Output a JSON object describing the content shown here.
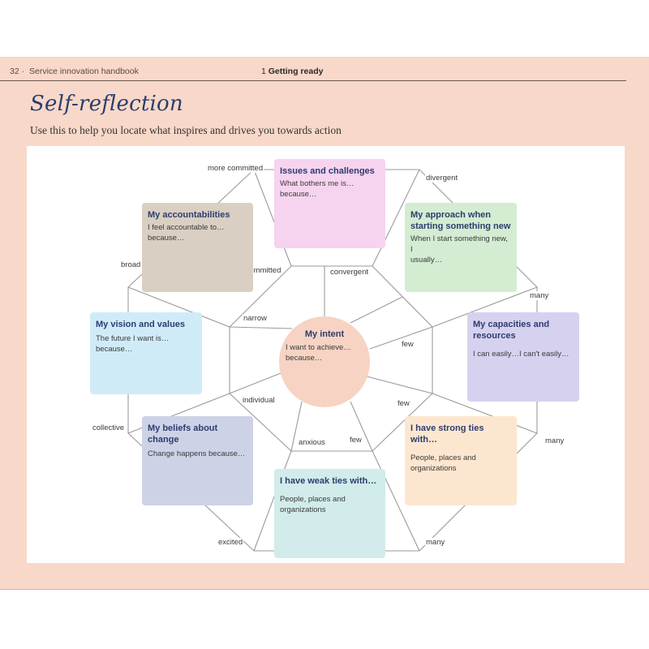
{
  "header": {
    "page_number": "32 ·",
    "book_title": "Service innovation handbook",
    "chapter_number": "1",
    "chapter_title": "Getting ready"
  },
  "title": "Self-reflection",
  "subtitle": "Use this to help you locate what inspires and drives you towards action",
  "center": {
    "title": "My intent",
    "body_line1": "I want to achieve…",
    "body_line2": "because…"
  },
  "boxes": {
    "issues": {
      "title": "Issues and challenges",
      "line1": "What bothers me is…",
      "line2": "because…",
      "color": "#f6d3ef"
    },
    "approach": {
      "title_line1": "My approach when",
      "title_line2": "starting something new",
      "line1": "When I start something new, I",
      "line2": "usually…",
      "color": "#d3ecd2"
    },
    "capacities": {
      "title_line1": "My capacities and",
      "title_line2": "resources",
      "line1": "I can easily…I can't easily…",
      "color": "#d7d1f0"
    },
    "strong_ties": {
      "title": "I have strong ties with…",
      "line1": "People, places and",
      "line2": "organizations",
      "color": "#fde6d0"
    },
    "weak_ties": {
      "title": "I have weak ties with…",
      "line1": "People, places and",
      "line2": "organizations",
      "color": "#d1ecea"
    },
    "beliefs": {
      "title": "My beliefs about change",
      "line1": "Change happens because…",
      "color": "#cdd2e6"
    },
    "vision": {
      "title": "My vision and values",
      "line1": "The future I want is…",
      "line2": "because…",
      "color": "#d0ebf8"
    },
    "accountabilities": {
      "title": "My accountabilities",
      "line1": "I feel accountable to…",
      "line2": "because…",
      "color": "#d9cfc3"
    }
  },
  "scale_labels": {
    "more_committed": "more committed",
    "less_committed": "less committed",
    "divergent": "divergent",
    "convergent": "convergent",
    "broad": "broad",
    "narrow": "narrow",
    "many_right": "many",
    "few_right": "few",
    "collective": "collective",
    "individual": "individual",
    "many_lower_right": "many",
    "few_lower_right": "few",
    "excited": "excited",
    "anxious": "anxious",
    "many_bottom": "many",
    "few_bottom": "few"
  }
}
